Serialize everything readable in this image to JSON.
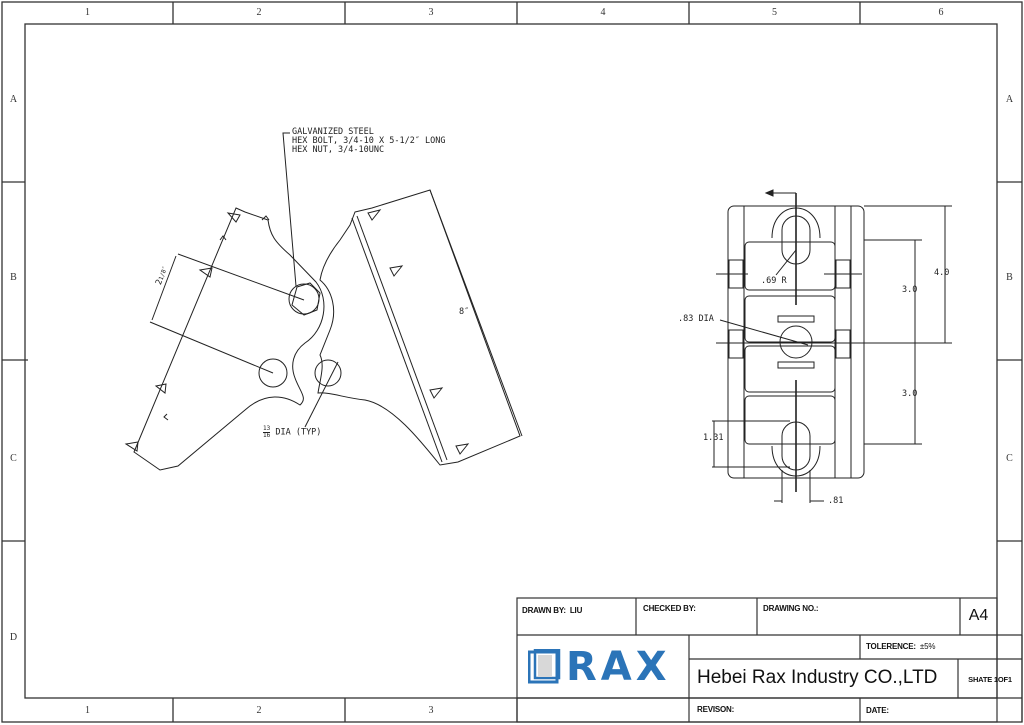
{
  "sheet": {
    "columns": [
      "1",
      "2",
      "3",
      "4",
      "5",
      "6"
    ],
    "bottom_columns": [
      "1",
      "2",
      "3"
    ],
    "rows_left": [
      "A",
      "B",
      "C",
      "D"
    ],
    "rows_right": [
      "A",
      "B",
      "C"
    ]
  },
  "left_view": {
    "note_lines": [
      "GALVANIZED STEEL",
      "HEX BOLT, 3/4-10 X 5-1/2″ LONG",
      "HEX NUT, 3/4-10UNC"
    ],
    "dim_spacing_whole": "2",
    "dim_spacing_frac": "1/8″",
    "dim_length": "8″",
    "hole_frac_num": "13",
    "hole_frac_den": "16",
    "hole_label": "DIA (TYP)"
  },
  "right_view": {
    "slot_radius": ".69 R",
    "center_dia": ".83 DIA",
    "overall_height": "4.0",
    "upper_pitch": "3.0",
    "lower_pitch": "3.0",
    "slot_length": "1.31",
    "slot_width": ".81"
  },
  "title_block": {
    "drawn_by_label": "DRAWN BY:",
    "drawn_by_value": "LIU",
    "checked_by_label": "CHECKED BY:",
    "drawing_no_label": "DRAWING NO.:",
    "sheet_size": "A4",
    "tolerance_label": "TOLERENCE:",
    "tolerance_value": "±5%",
    "company": "Hebei Rax Industry CO.,LTD",
    "sheet_count": "SHATE 1OF1",
    "revision_label": "REVISON:",
    "date_label": "DATE:",
    "logo_text": "RAX",
    "logo_color": "#2b74b8"
  }
}
